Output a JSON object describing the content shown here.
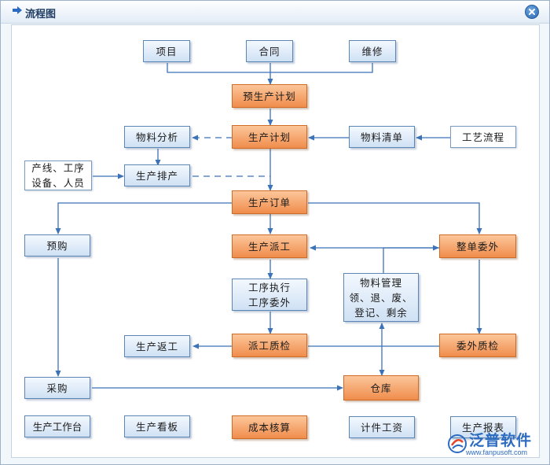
{
  "window": {
    "title": "流程图",
    "close_icon": "close-icon"
  },
  "colors": {
    "blue_node": "#cfe1f4",
    "orange_node": "#f08d4c",
    "connector": "#3b72b8",
    "title_text": "#1f3d63"
  },
  "nodes": {
    "item": "项目",
    "contract": "合同",
    "repair": "维修",
    "pre_plan": "预生产计划",
    "material_analysis": "物料分析",
    "production_plan": "生产计划",
    "bom": "物料清单",
    "process_flow": "工艺流程",
    "line_resources": "产线、工序\n设备、人员",
    "scheduling": "生产排产",
    "production_order": "生产订单",
    "pre_purchase": "预购",
    "dispatch": "生产派工",
    "outsource_order": "整单委外",
    "process_execution": "工序执行\n工序委外",
    "material_mgmt": "物料管理\n领、退、废、\n登记、剩余",
    "rework": "生产返工",
    "dispatch_qc": "派工质检",
    "outsource_qc": "委外质检",
    "purchase": "采购",
    "warehouse": "仓库",
    "workbench": "生产工作台",
    "kanban": "生产看板",
    "cost_accounting": "成本核算",
    "piece_wage": "计件工资",
    "report": "生产报表"
  },
  "watermark": {
    "name": "泛普软件",
    "url": "www.fanpusoft.com"
  }
}
